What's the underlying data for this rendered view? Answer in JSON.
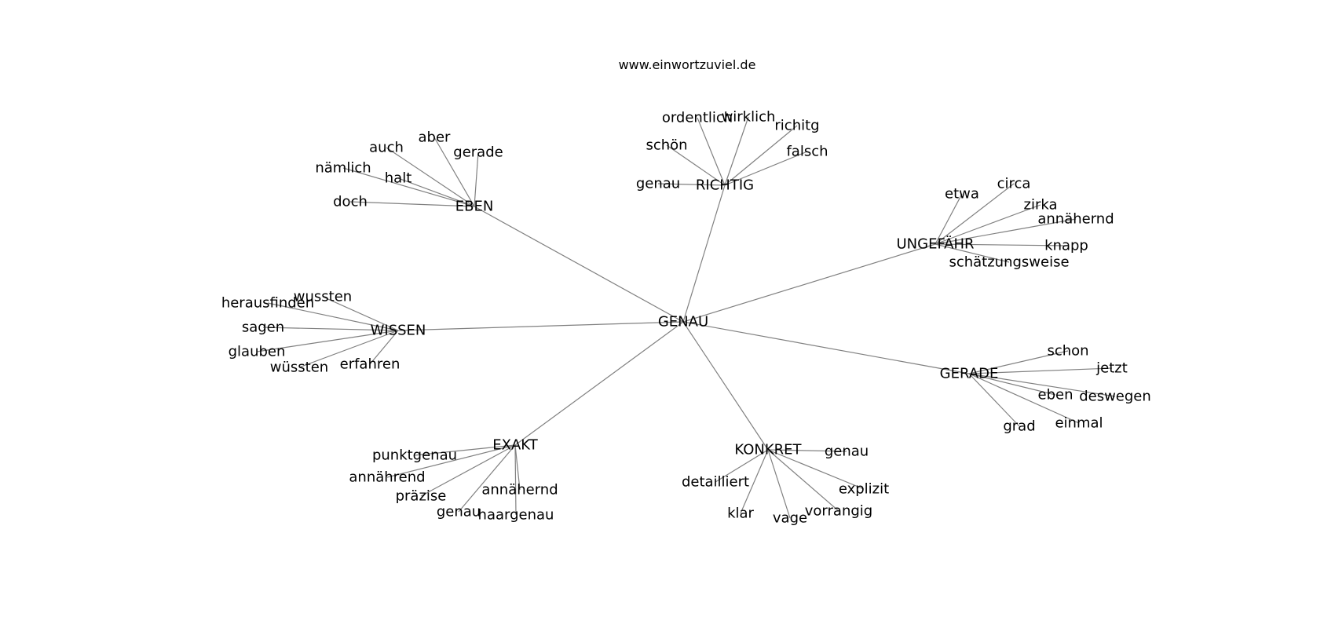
{
  "title": "www.einwortzuviel.de",
  "graph": {
    "center": "GENAU",
    "clusters": [
      {
        "hub": "EBEN",
        "words": [
          "auch",
          "aber",
          "gerade",
          "nämlich",
          "halt",
          "doch"
        ]
      },
      {
        "hub": "RICHTIG",
        "words": [
          "ordentlich",
          "wirklich",
          "richitg",
          "schön",
          "falsch",
          "genau"
        ]
      },
      {
        "hub": "UNGEFÄHR",
        "words": [
          "etwa",
          "circa",
          "zirka",
          "annähernd",
          "knapp",
          "schätzungsweise"
        ]
      },
      {
        "hub": "WISSEN",
        "words": [
          "wussten",
          "herausfinden",
          "sagen",
          "glauben",
          "wüssten",
          "erfahren"
        ]
      },
      {
        "hub": "GERADE",
        "words": [
          "schon",
          "jetzt",
          "eben",
          "deswegen",
          "einmal",
          "grad"
        ]
      },
      {
        "hub": "EXAKT",
        "words": [
          "punktgenau",
          "annährend",
          "präzise",
          "genau",
          "annähernd",
          "haargenau"
        ]
      },
      {
        "hub": "KONKRET",
        "words": [
          "genau",
          "detailliert",
          "explizit",
          "klar",
          "vage",
          "vorrangig"
        ]
      }
    ]
  }
}
